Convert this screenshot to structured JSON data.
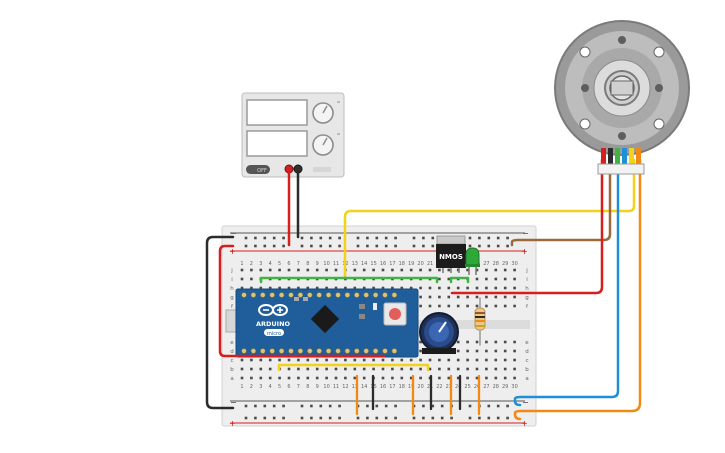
{
  "labels": {
    "arduino_brand": "ARDUINO",
    "arduino_model": "micro",
    "mosfet": "NMOS",
    "psu_switch": "OFF"
  },
  "breadboard": {
    "columns": [
      "1",
      "2",
      "3",
      "4",
      "5",
      "6",
      "7",
      "8",
      "9",
      "10",
      "11",
      "12",
      "13",
      "14",
      "15",
      "16",
      "17",
      "18",
      "19",
      "20",
      "21",
      "22",
      "23",
      "24",
      "25",
      "26",
      "27",
      "28",
      "29",
      "30"
    ],
    "rows_top": [
      "j",
      "i",
      "h",
      "g",
      "f"
    ],
    "rows_bottom": [
      "e",
      "d",
      "c",
      "b",
      "a"
    ],
    "rail_minus": "−",
    "rail_plus": "+"
  },
  "colors": {
    "red_wire": "#d51f1f",
    "black_wire": "#2b2b2b",
    "yellow_wire": "#f2d21b",
    "brown_wire": "#9a6a3a",
    "blue_wire": "#1f8fd6",
    "orange_wire": "#f08a12",
    "green_wire": "#3fb443",
    "arduino_board": "#1f5d9b",
    "breadboard": "#eeeeee"
  },
  "encoder_wire_colors": [
    "#d51f1f",
    "#2b2b2b",
    "#3fb443",
    "#1f8fd6",
    "#f2d21b",
    "#f08a12"
  ]
}
